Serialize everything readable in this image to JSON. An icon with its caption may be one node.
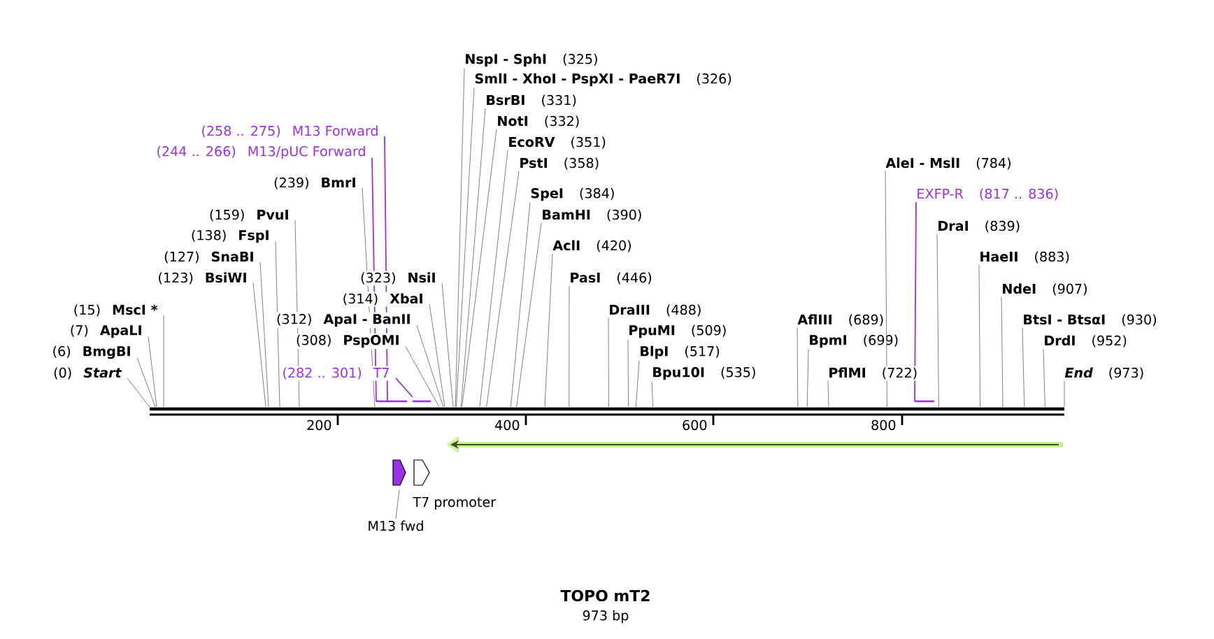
{
  "diagram": {
    "title": "TOPO mT2",
    "caption": "973 bp",
    "nodes": [
      {
        "text": [
          "(0)",
          "Start"
        ]
      },
      {
        "text": [
          "(6)",
          "BmgBI"
        ]
      },
      {
        "text": [
          "(7)",
          "ApaLI"
        ]
      },
      {
        "text": [
          "(15)",
          "MscI *"
        ]
      },
      {
        "text": [
          "(123)",
          "BsiWI"
        ]
      },
      {
        "text": [
          "(127)",
          "SnaBI"
        ]
      },
      {
        "text": [
          "(138)",
          "FspI"
        ]
      },
      {
        "text": [
          "(159)",
          "PvuI"
        ]
      },
      {
        "text": [
          "(258 .. 275)",
          "M13 Forward"
        ]
      },
      {
        "text": [
          "(244 .. 266)",
          "M13/pUC Forward"
        ]
      },
      {
        "text": [
          "(239)",
          "BmrI"
        ]
      },
      {
        "text": [
          "(323)",
          "NsiI"
        ]
      },
      {
        "text": [
          "(314)",
          "XbaI"
        ]
      },
      {
        "text": [
          "(312)",
          "ApaI  - BanII"
        ]
      },
      {
        "text": [
          "(308)",
          "PspOMI"
        ]
      },
      {
        "text": [
          "(282 .. 301)",
          "T7"
        ]
      },
      {
        "text": [
          "NspI  - SphI",
          "(325)"
        ]
      },
      {
        "text": [
          "SmlI  - XhoI  - PspXI  - PaeR7I",
          "(326)"
        ]
      },
      {
        "text": [
          "BsrBI",
          "(331)"
        ]
      },
      {
        "text": [
          "NotI",
          "(332)"
        ]
      },
      {
        "text": [
          "EcoRV",
          "(351)"
        ]
      },
      {
        "text": [
          "PstI",
          "(358)"
        ]
      },
      {
        "text": [
          "SpeI",
          "(384)"
        ]
      },
      {
        "text": [
          "BamHI",
          "(390)"
        ]
      },
      {
        "text": [
          "AclI",
          "(420)"
        ]
      },
      {
        "text": [
          "PasI",
          "(446)"
        ]
      },
      {
        "text": [
          "DraIII",
          "(488)"
        ]
      },
      {
        "text": [
          "PpuMI",
          "(509)"
        ]
      },
      {
        "text": [
          "BlpI",
          "(517)"
        ]
      },
      {
        "text": [
          "Bpu10I",
          "(535)"
        ]
      },
      {
        "text": [
          "AflIII",
          "(689)"
        ]
      },
      {
        "text": [
          "BpmI",
          "(699)"
        ]
      },
      {
        "text": [
          "PflMI",
          "(722)"
        ]
      },
      {
        "text": [
          "AleI  - MslI",
          "(784)"
        ]
      },
      {
        "text": [
          "EXFP-R",
          "(817 .. 836)"
        ]
      },
      {
        "text": [
          "DraI",
          "(839)"
        ]
      },
      {
        "text": [
          "HaeII",
          "(883)"
        ]
      },
      {
        "text": [
          "NdeI",
          "(907)"
        ]
      },
      {
        "text": [
          "BtsI  - BtsαI",
          "(930)"
        ]
      },
      {
        "text": [
          "DrdI",
          "(952)"
        ]
      },
      {
        "text": [
          "End",
          "(973)"
        ]
      },
      {
        "text": [],
        "shape": "arrow"
      },
      {
        "text": [
          "T7 promoter"
        ]
      },
      {
        "text": [
          "M13 fwd"
        ]
      }
    ],
    "edges": [
      {
        "from": 0,
        "to": null,
        "arrow": "none"
      },
      {
        "from": 1,
        "to": null,
        "arrow": "none"
      },
      {
        "from": 2,
        "to": null,
        "arrow": "none"
      },
      {
        "from": 3,
        "to": null,
        "arrow": "none"
      },
      {
        "from": 4,
        "to": null,
        "arrow": "none"
      },
      {
        "from": 5,
        "to": null,
        "arrow": "none"
      },
      {
        "from": 6,
        "to": null,
        "arrow": "none"
      },
      {
        "from": 7,
        "to": null,
        "arrow": "none"
      },
      {
        "from": 8,
        "to": null,
        "arrow": "none",
        "color": "#9b30e8"
      },
      {
        "from": 9,
        "to": null,
        "arrow": "none",
        "color": "#9b30e8"
      },
      {
        "from": 10,
        "to": null,
        "arrow": "none"
      },
      {
        "from": 11,
        "to": null,
        "arrow": "none"
      },
      {
        "from": 12,
        "to": null,
        "arrow": "none"
      },
      {
        "from": 13,
        "to": null,
        "arrow": "none"
      },
      {
        "from": 14,
        "to": null,
        "arrow": "none"
      },
      {
        "from": 15,
        "to": null,
        "arrow": "none",
        "color": "#9b30e8"
      },
      {
        "from": 16,
        "to": null,
        "arrow": "none"
      },
      {
        "from": 17,
        "to": null,
        "arrow": "none"
      },
      {
        "from": 18,
        "to": null,
        "arrow": "none"
      },
      {
        "from": 19,
        "to": null,
        "arrow": "none"
      },
      {
        "from": 20,
        "to": null,
        "arrow": "none"
      },
      {
        "from": 21,
        "to": null,
        "arrow": "none"
      },
      {
        "from": 22,
        "to": null,
        "arrow": "none"
      },
      {
        "from": 23,
        "to": null,
        "arrow": "none"
      },
      {
        "from": 24,
        "to": null,
        "arrow": "none"
      },
      {
        "from": 25,
        "to": null,
        "arrow": "none"
      },
      {
        "from": 26,
        "to": null,
        "arrow": "none"
      },
      {
        "from": 27,
        "to": null,
        "arrow": "none"
      },
      {
        "from": 28,
        "to": null,
        "arrow": "none"
      },
      {
        "from": 29,
        "to": null,
        "arrow": "none"
      },
      {
        "from": 30,
        "to": null,
        "arrow": "none"
      },
      {
        "from": 31,
        "to": null,
        "arrow": "none"
      },
      {
        "from": 32,
        "to": null,
        "arrow": "none"
      },
      {
        "from": 33,
        "to": null,
        "arrow": "none"
      },
      {
        "from": 34,
        "to": null,
        "arrow": "none",
        "color": "#9b30e8"
      },
      {
        "from": 35,
        "to": null,
        "arrow": "none"
      },
      {
        "from": 36,
        "to": null,
        "arrow": "none"
      },
      {
        "from": 37,
        "to": null,
        "arrow": "none"
      },
      {
        "from": 38,
        "to": null,
        "arrow": "none"
      },
      {
        "from": 39,
        "to": null,
        "arrow": "none"
      },
      {
        "from": 40,
        "to": null,
        "arrow": "none"
      },
      {
        "from": 43,
        "to": 41,
        "arrow": "none"
      }
    ],
    "labels": [
      "200",
      "400",
      "600",
      "800"
    ]
  }
}
